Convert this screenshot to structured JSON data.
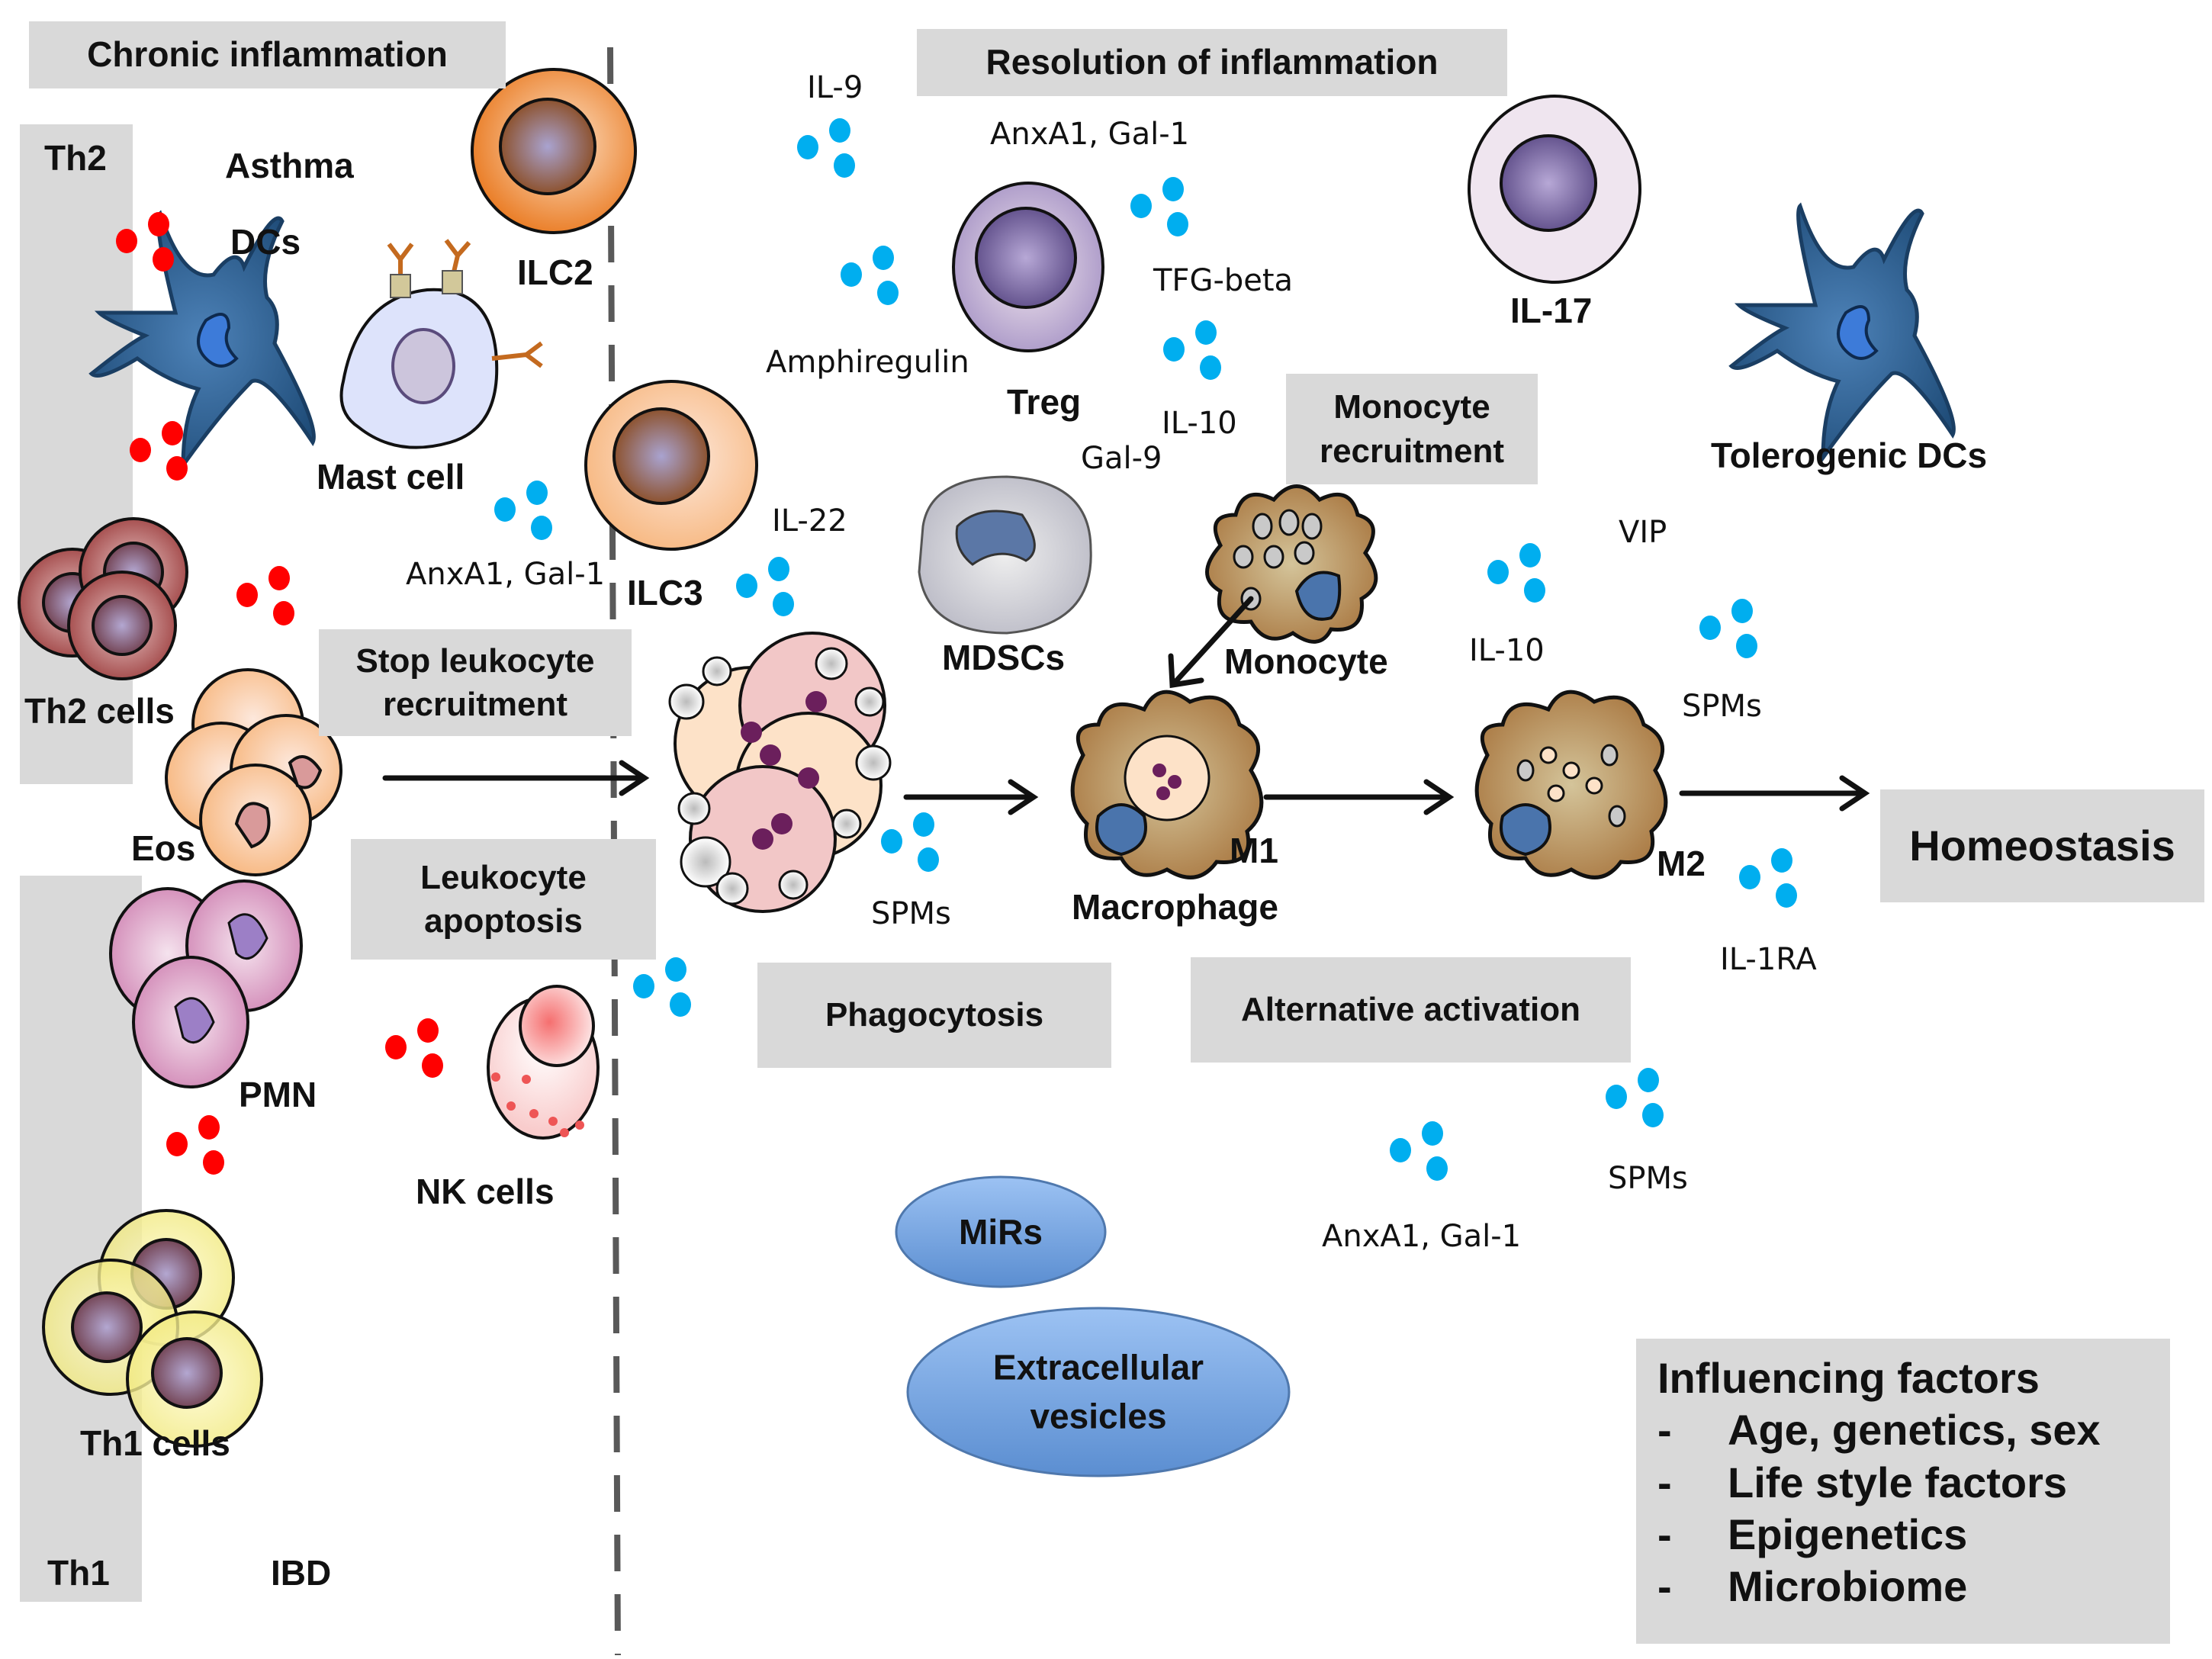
{
  "headers": {
    "chronic": "Chronic inflammation",
    "resolution": "Resolution of inflammation",
    "homeostasis": "Homeostasis"
  },
  "side_bars": {
    "th2": "Th2",
    "th1": "Th1"
  },
  "diseases": {
    "asthma": "Asthma",
    "ibd": "IBD"
  },
  "cells": {
    "dcs": "DCs",
    "mast_cell": "Mast cell",
    "ilc2": "ILC2",
    "ilc3": "ILC3",
    "th2_cells": "Th2 cells",
    "eos": "Eos",
    "pmn": "PMN",
    "nk_cells": "NK cells",
    "th1_cells": "Th1 cells",
    "treg": "Treg",
    "il17": "IL-17",
    "tolerogenic_dcs": "Tolerogenic DCs",
    "mdscs": "MDSCs",
    "monocyte": "Monocyte",
    "m1": "M1",
    "macrophage": "Macrophage",
    "m2": "M2"
  },
  "processes": {
    "stop_recruitment": "Stop leukocyte recruitment",
    "apoptosis": "Leukocyte apoptosis",
    "phagocytosis": "Phagocytosis",
    "monocyte_recruitment": "Monocyte recruitment",
    "alternative_activation": "Alternative activation"
  },
  "mediators": {
    "il9": "IL-9",
    "anxa1_gal1_top": "AnxA1, Gal-1",
    "tgf_beta": "TFG-beta",
    "amphiregulin": "Amphiregulin",
    "il10_treg": "IL-10",
    "gal9": "Gal-9",
    "anxa1_gal1_left": "AnxA1, Gal-1",
    "il22": "IL-22",
    "spms_phago": "SPMs",
    "il10_m2": "IL-10",
    "vip": "VIP",
    "spms_m2": "SPMs",
    "il1ra": "IL-1RA",
    "spms_bottom": "SPMs",
    "anxa1_gal1_bottom": "AnxA1, Gal-1"
  },
  "vesicles": {
    "mirs": "MiRs",
    "ev": "Extracellular vesicles"
  },
  "influencing_factors": {
    "title": "Influencing factors",
    "items": [
      "Age, genetics, sex",
      "Life style factors",
      "Epigenetics",
      "Microbiome"
    ],
    "bullet": "-"
  },
  "colors": {
    "box_gray": "#d9d9d9",
    "cytokine_blue": "#00aeef",
    "proinflammatory_red": "#ff0000",
    "macrophage_brown": "#a87a45",
    "dc_blue": "#2f5d8a"
  }
}
